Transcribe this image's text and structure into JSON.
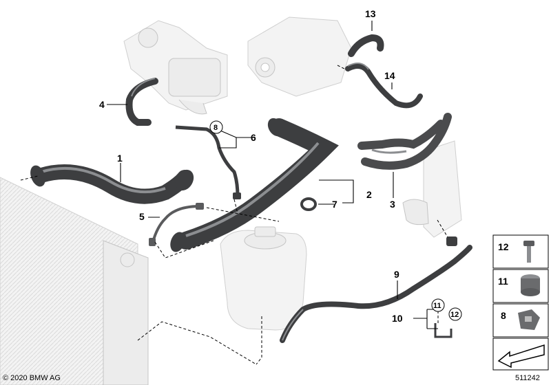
{
  "diagram": {
    "parts": [
      {
        "id": "1",
        "label": "1"
      },
      {
        "id": "2",
        "label": "2"
      },
      {
        "id": "3",
        "label": "3"
      },
      {
        "id": "4",
        "label": "4"
      },
      {
        "id": "5",
        "label": "5"
      },
      {
        "id": "6",
        "label": "6"
      },
      {
        "id": "7",
        "label": "7"
      },
      {
        "id": "9",
        "label": "9"
      },
      {
        "id": "10",
        "label": "10"
      },
      {
        "id": "13",
        "label": "13"
      },
      {
        "id": "14",
        "label": "14"
      }
    ],
    "callouts": [
      {
        "id": "8",
        "label": "8"
      },
      {
        "id": "11",
        "label": "11"
      },
      {
        "id": "12",
        "label": "12"
      }
    ],
    "legend": [
      {
        "id": "12",
        "label": "12",
        "icon": "bolt-icon"
      },
      {
        "id": "11",
        "label": "11",
        "icon": "grommet-icon"
      },
      {
        "id": "8",
        "label": "8",
        "icon": "clip-icon"
      }
    ],
    "copyright": "© 2020 BMW AG",
    "diagram_number": "511242"
  },
  "colors": {
    "hose": "#3d3e40",
    "hose_hi": "#8c8e91",
    "ghost": "#f3f3f3"
  }
}
